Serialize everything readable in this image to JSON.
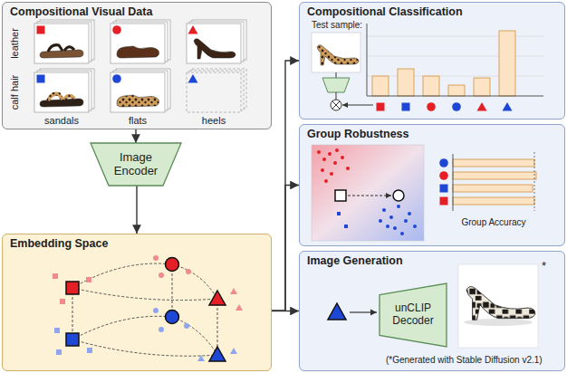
{
  "diagram": {
    "nodes": [
      {
        "text": [
          "Compositional Visual Data"
        ]
      },
      {
        "text": [
          "Image Encoder"
        ]
      },
      {
        "text": [
          "Embedding Space"
        ]
      },
      {
        "text": [
          "Compositional Classification"
        ]
      },
      {
        "text": [
          "Group Robustness"
        ]
      },
      {
        "text": [
          "Image Generation"
        ]
      },
      {
        "text": [
          "unCLIP Decoder"
        ],
        "in": 5
      }
    ],
    "edges": [
      {
        "from": 0,
        "to": 1,
        "arrow": "to"
      },
      {
        "from": 1,
        "to": 2,
        "arrow": "to"
      },
      {
        "from": 2,
        "to": 3,
        "arrow": "to"
      },
      {
        "from": 2,
        "to": 4,
        "arrow": "to"
      },
      {
        "from": 2,
        "to": 5,
        "arrow": "to"
      }
    ],
    "labels": [
      "leather",
      "calf hair",
      "sandals",
      "flats",
      "heels",
      "Test sample:",
      "Group Accuracy",
      "*",
      "(*Generated with Stable Diffusion v2.1)"
    ]
  }
}
